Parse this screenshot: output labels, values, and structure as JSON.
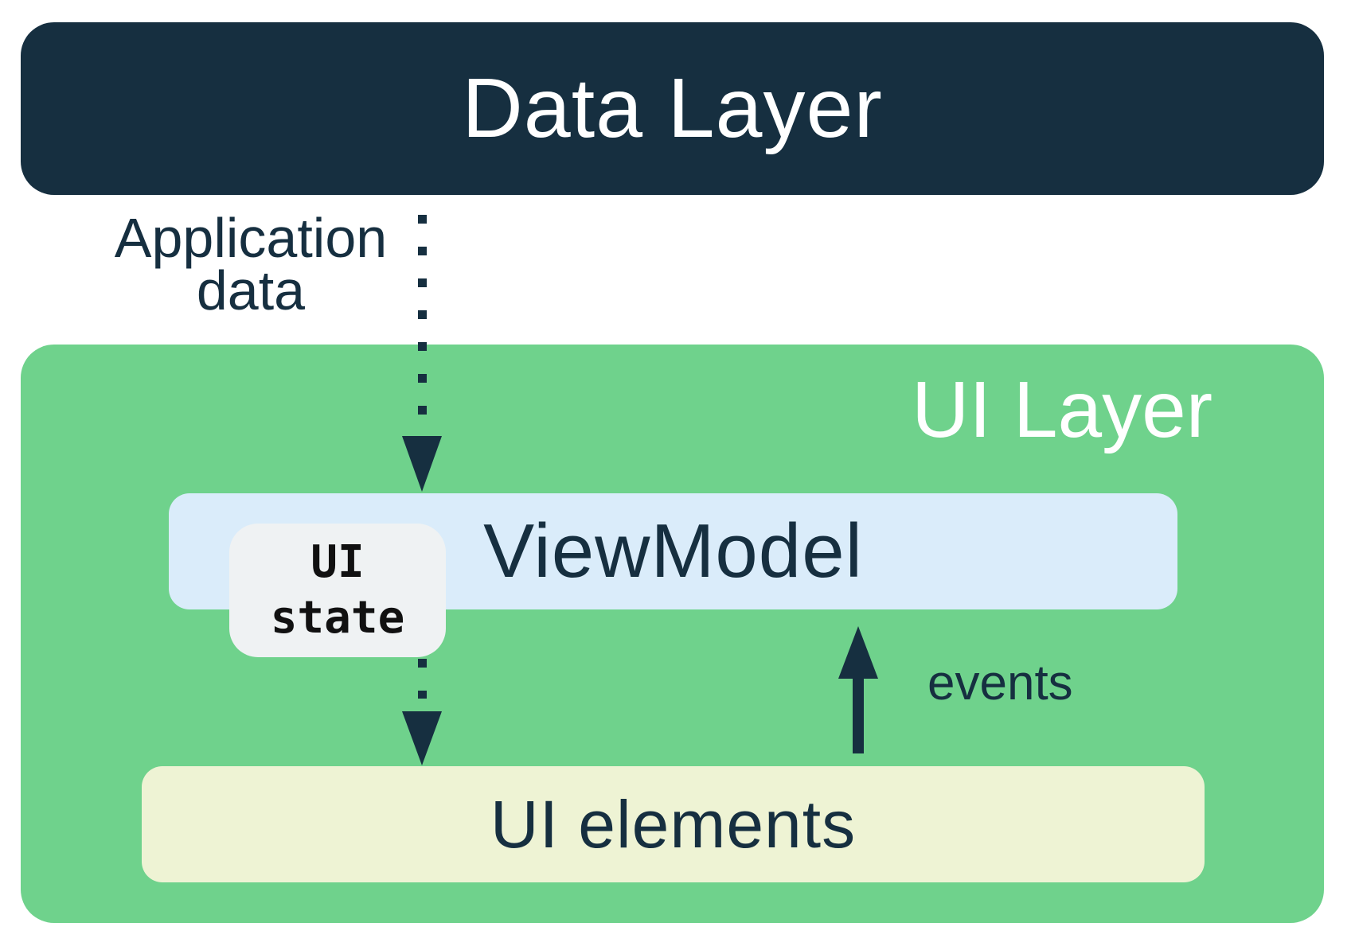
{
  "boxes": {
    "data_layer": {
      "label": "Data Layer"
    },
    "ui_layer": {
      "label": "UI Layer"
    },
    "viewmodel": {
      "label": "ViewModel"
    },
    "ui_state": {
      "label": "UI state",
      "line1": "UI",
      "line2": "state"
    },
    "ui_elements": {
      "label": "UI elements"
    }
  },
  "arrows": {
    "application_data": {
      "label": "Application data",
      "line1": "Application",
      "line2": "data",
      "style": "dotted",
      "direction": "down",
      "from": "Data Layer",
      "to": "ViewModel"
    },
    "ui_state_flow": {
      "style": "dotted",
      "direction": "down",
      "from": "UI state",
      "to": "UI elements"
    },
    "events": {
      "label": "events",
      "style": "solid",
      "direction": "up",
      "from": "UI elements",
      "to": "ViewModel"
    }
  },
  "colors": {
    "navy": "#162F40",
    "green": "#6FD28C",
    "light_blue": "#DAECFA",
    "cream": "#EEF3D4",
    "gray": "#EFF2F3",
    "white": "#FFFFFF",
    "black": "#111111"
  }
}
